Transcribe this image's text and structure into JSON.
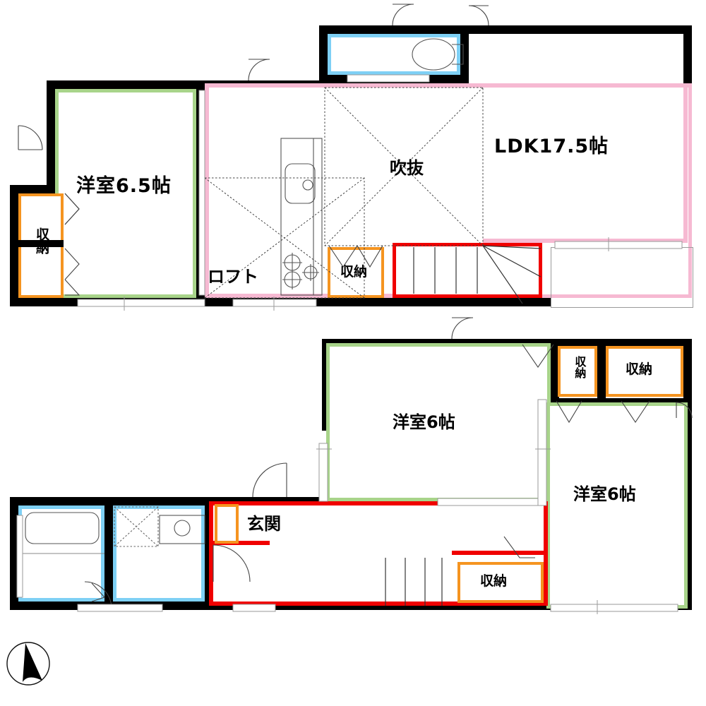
{
  "plan": {
    "type": "japanese-floor-plan",
    "title": "",
    "units": "帖 (tatami mats)",
    "floors": [
      {
        "id": "upper",
        "rooms": [
          {
            "name": "洋室6.5帖",
            "kind": "western-room",
            "size": "6.5帖",
            "outline": "green"
          },
          {
            "name": "LDK17.5帖",
            "kind": "living-dining-kitchen",
            "size": "17.5帖",
            "outline": "pink"
          },
          {
            "name": "ロフト",
            "kind": "loft",
            "outline": "pink"
          },
          {
            "name": "吹抜",
            "kind": "open-to-below",
            "outline": "none"
          },
          {
            "name": "収納",
            "kind": "closet",
            "outline": "orange"
          },
          {
            "name": "収納",
            "kind": "closet",
            "outline": "orange"
          }
        ],
        "fixtures": [
          "toilet",
          "kitchen-sink",
          "gas-stove",
          "staircase",
          "balcony"
        ]
      },
      {
        "id": "lower",
        "rooms": [
          {
            "name": "洋室6帖",
            "kind": "western-room",
            "size": "6帖",
            "outline": "green"
          },
          {
            "name": "洋室6帖",
            "kind": "western-room",
            "size": "6帖",
            "outline": "green"
          },
          {
            "name": "玄関",
            "kind": "entrance",
            "outline": "red"
          },
          {
            "name": "収納",
            "kind": "closet",
            "outline": "orange"
          },
          {
            "name": "収納",
            "kind": "closet",
            "outline": "orange"
          },
          {
            "name": "収納",
            "kind": "closet",
            "outline": "orange"
          },
          {
            "name": "収納",
            "kind": "closet",
            "outline": "orange"
          }
        ],
        "fixtures": [
          "bathtub",
          "washing-machine-space",
          "vanity-sink",
          "staircase",
          "corridor"
        ]
      }
    ]
  },
  "labels": {
    "room_up_bed": "洋室6.5帖",
    "room_up_ldk": "LDK17.5帖",
    "room_up_loft": "ロフト",
    "room_up_void": "吹抜",
    "closet_up_left": "収納",
    "closet_up_mid": "収納",
    "room_lo_bed_n": "洋室6帖",
    "room_lo_bed_e": "洋室6帖",
    "room_lo_entrance": "玄関",
    "closet_lo_a": "収納",
    "closet_lo_b": "収納",
    "closet_lo_c": "収納",
    "closet_lo_entry": ""
  },
  "colors": {
    "wall": "#000000",
    "room_green": "#a8d48a",
    "room_pink": "#f6b9d2",
    "room_blue": "#7ed0f5",
    "closet_orange": "#f59420",
    "corridor_red": "#f00000",
    "background": "#ffffff",
    "text": "#000000"
  },
  "compass": {
    "direction": "north",
    "name": "north-arrow"
  }
}
